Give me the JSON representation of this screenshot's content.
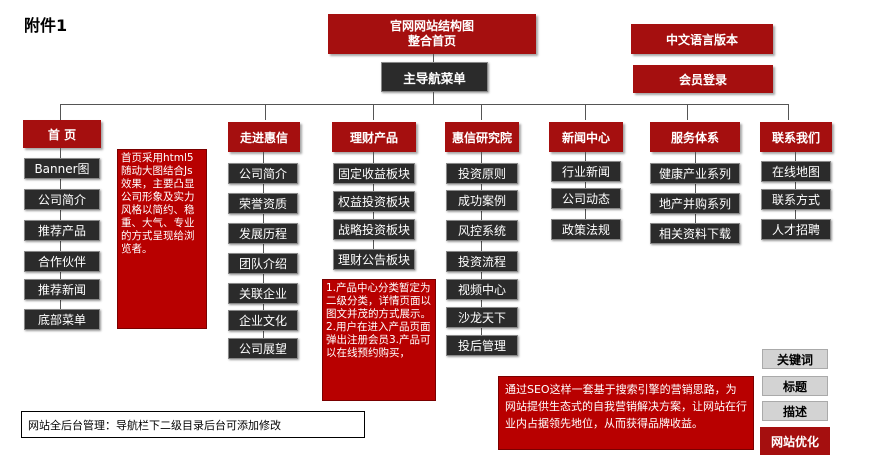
{
  "page_title": "附件1",
  "top": {
    "site_map_title": "官网网站结构图",
    "site_map_subtitle": "整合首页",
    "main_nav": "主导航菜单",
    "chinese_version": "中文语言版本",
    "member_login": "会员登录"
  },
  "columns": {
    "home": {
      "header": "首 页",
      "items": [
        "Banner图",
        "公司简介",
        "推荐产品",
        "合作伙伴",
        "推荐新闻",
        "底部菜单"
      ],
      "note": "首页采用html5随动大图结合Js效果，主要凸显公司形象及实力风格以简约、稳重、大气、专业的方式呈现给浏览者。"
    },
    "about": {
      "header": "走进惠信",
      "items": [
        "公司简介",
        "荣誉资质",
        "发展历程",
        "团队介绍",
        "关联企业",
        "企业文化",
        "公司展望"
      ]
    },
    "finance": {
      "header": "理财产品",
      "items": [
        "固定收益板块",
        "权益投资板块",
        "战略投资板块",
        "理财公告板块"
      ],
      "note": "1.产品中心分类暂定为二级分类，详情页面以图文并茂的方式展示。2.用户在进入产品页面弹出注册会员3.产品可以在线预约购买，"
    },
    "research": {
      "header": "惠信研究院",
      "items": [
        "投资原则",
        "成功案例",
        "风控系统",
        "投资流程",
        "视频中心",
        "沙龙天下",
        "投后管理"
      ]
    },
    "news": {
      "header": "新闻中心",
      "items": [
        "行业新闻",
        "公司动态",
        "政策法规"
      ]
    },
    "service": {
      "header": "服务体系",
      "items": [
        "健康产业系列",
        "地产并购系列",
        "相关资料下载"
      ]
    },
    "contact": {
      "header": "联系我们",
      "items": [
        "在线地图",
        "联系方式",
        "人才招聘"
      ]
    }
  },
  "seo": {
    "note": "通过SEO这样一套基于搜索引擎的营销思路，为网站提供生态式的自我营销解决方案，让网站在行业内占据领先地位，从而获得品牌收益。",
    "items": [
      "关键词",
      "标题",
      "描述"
    ],
    "label": "网站优化"
  },
  "admin_note": "网站全后台管理：导航栏下二级目录后台可添加修改",
  "colors": {
    "accent_red": "#a50f0f",
    "dark_box": "#2b2b2b",
    "note_red": "#b80000"
  }
}
